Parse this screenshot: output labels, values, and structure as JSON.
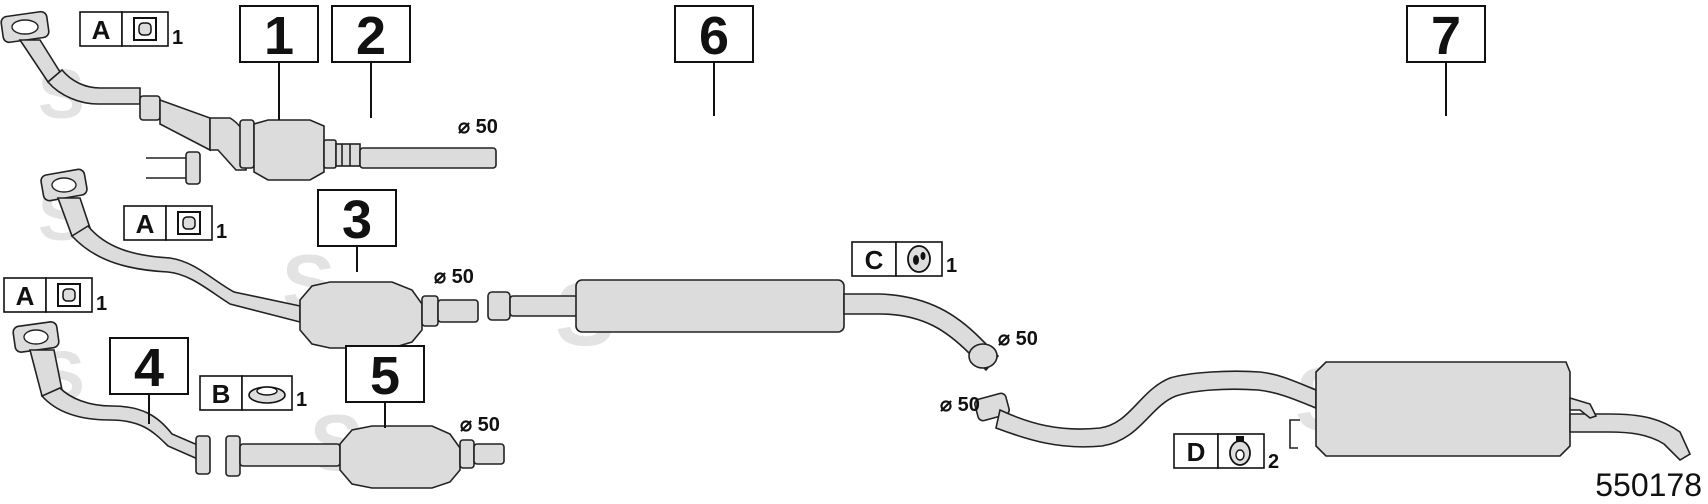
{
  "diagram_number": "550178",
  "callouts": [
    {
      "label": "1"
    },
    {
      "label": "2"
    },
    {
      "label": "3"
    },
    {
      "label": "4"
    },
    {
      "label": "5"
    },
    {
      "label": "6"
    },
    {
      "label": "7"
    }
  ],
  "gasket_tags": [
    {
      "letter": "A",
      "qty": "1",
      "icon": "square-gasket-icon"
    },
    {
      "letter": "A",
      "qty": "1",
      "icon": "square-gasket-icon"
    },
    {
      "letter": "A",
      "qty": "1",
      "icon": "square-gasket-icon"
    },
    {
      "letter": "B",
      "qty": "1",
      "icon": "ring-gasket-icon"
    },
    {
      "letter": "C",
      "qty": "1",
      "icon": "rubber-hanger-icon"
    },
    {
      "letter": "D",
      "qty": "2",
      "icon": "clamp-icon"
    }
  ],
  "diameters": {
    "d1": "⌀ 50",
    "d3": "⌀ 50",
    "d5": "⌀ 50",
    "d6": "⌀ 50",
    "d7": "⌀ 50"
  },
  "watermark": "S"
}
